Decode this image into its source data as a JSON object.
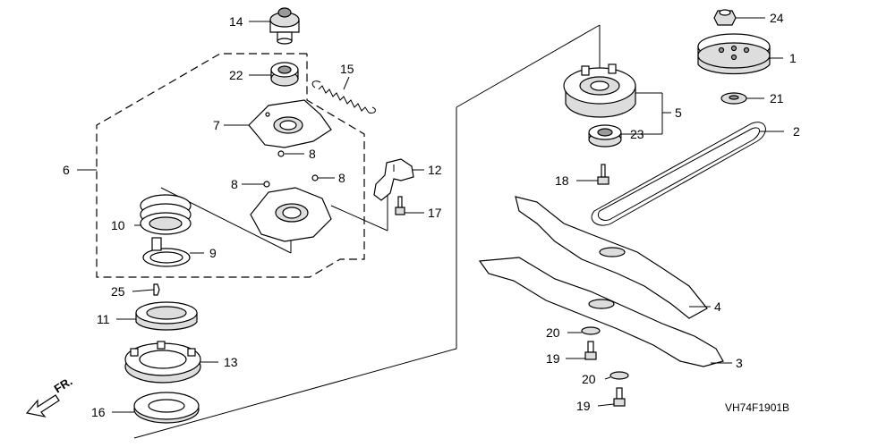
{
  "diagram_code": "VH74F1901B",
  "direction_label": "FR.",
  "callouts": [
    {
      "id": "c1",
      "text": "1"
    },
    {
      "id": "c2",
      "text": "2"
    },
    {
      "id": "c3",
      "text": "3"
    },
    {
      "id": "c4",
      "text": "4"
    },
    {
      "id": "c5",
      "text": "5"
    },
    {
      "id": "c6",
      "text": "6"
    },
    {
      "id": "c7",
      "text": "7"
    },
    {
      "id": "c8a",
      "text": "8"
    },
    {
      "id": "c8b",
      "text": "8"
    },
    {
      "id": "c8c",
      "text": "8"
    },
    {
      "id": "c9",
      "text": "9"
    },
    {
      "id": "c10",
      "text": "10"
    },
    {
      "id": "c11",
      "text": "11"
    },
    {
      "id": "c12",
      "text": "12"
    },
    {
      "id": "c13",
      "text": "13"
    },
    {
      "id": "c14",
      "text": "14"
    },
    {
      "id": "c15",
      "text": "15"
    },
    {
      "id": "c16",
      "text": "16"
    },
    {
      "id": "c17",
      "text": "17"
    },
    {
      "id": "c18",
      "text": "18"
    },
    {
      "id": "c19a",
      "text": "19"
    },
    {
      "id": "c19b",
      "text": "19"
    },
    {
      "id": "c20a",
      "text": "20"
    },
    {
      "id": "c20b",
      "text": "20"
    },
    {
      "id": "c21",
      "text": "21"
    },
    {
      "id": "c22",
      "text": "22"
    },
    {
      "id": "c23",
      "text": "23"
    },
    {
      "id": "c24",
      "text": "24"
    },
    {
      "id": "c25",
      "text": "25"
    }
  ]
}
